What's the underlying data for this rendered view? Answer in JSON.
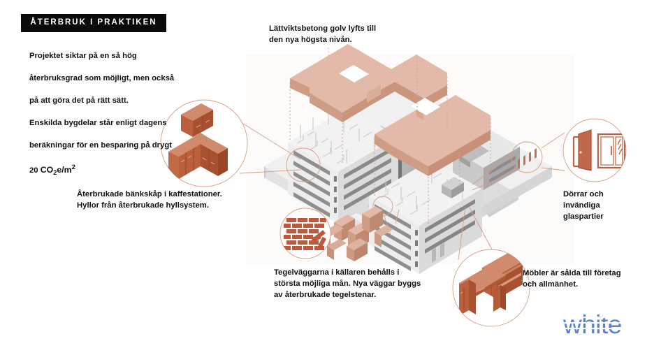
{
  "header": {
    "title": "ÅTERBRUK I PRAKTIKEN"
  },
  "intro": {
    "line1": "Projektet siktar på en så hög",
    "line2": "återbruksgrad som möjligt, men också",
    "line3": "på att göra det på rätt sätt.",
    "line4": "Enskilda bygdelar står enligt dagens",
    "line5": "beräkningar för en besparing på drygt",
    "value": "20",
    "unit_co": "CO",
    "unit_sub": "2",
    "unit_rest": "e/m",
    "unit_sup": "2"
  },
  "callouts": {
    "floor": {
      "label": "Lättviktsbetong golv lyfts till\nden nya högsta nivån.",
      "icon": "lifted-slab-icon"
    },
    "kitchen": {
      "label": "Återbrukade bänkskåp i kaffestationer.\nHyllor från återbrukade hyllsystem.",
      "icon": "kitchen-cabinet-icon"
    },
    "brick": {
      "label": "Tegelväggarna i källaren behålls i\nstörsta möjliga mån. Nya väggar  byggs\nav återbrukade tegelstenar.",
      "icon": "brick-wall-icon"
    },
    "doors": {
      "label": "Dörrar och\ninvändiga\nglaspartier",
      "icon": "door-and-glass-partition-icon"
    },
    "furniture": {
      "label": "Möbler är sålda till företag\noch allmänhet.",
      "icon": "desk-and-shelf-icon"
    }
  },
  "logo": {
    "text": "white",
    "color": "#5b81c8"
  },
  "palette": {
    "black": "#0a0a0a",
    "text": "#111111",
    "salmon_top": "#e3baa9",
    "salmon_side": "#d4a08c",
    "salmon_front": "#cc9781",
    "terracotta_top": "#d08a6e",
    "terracotta_front": "#bc5f3d",
    "terracotta_side": "#a8502f",
    "brick_red": "#c0563a",
    "line_salmon": "#d99c83",
    "grey_base_top": "#f0f0f0",
    "grey_base_side": "#dedede",
    "grey_build_light": "#f4f4f4",
    "grey_build_mid": "#d9d9d9",
    "grey_build_dark": "#9b9b9b",
    "grey_build_darker": "#7d7d7d",
    "background": "#ffffff"
  }
}
